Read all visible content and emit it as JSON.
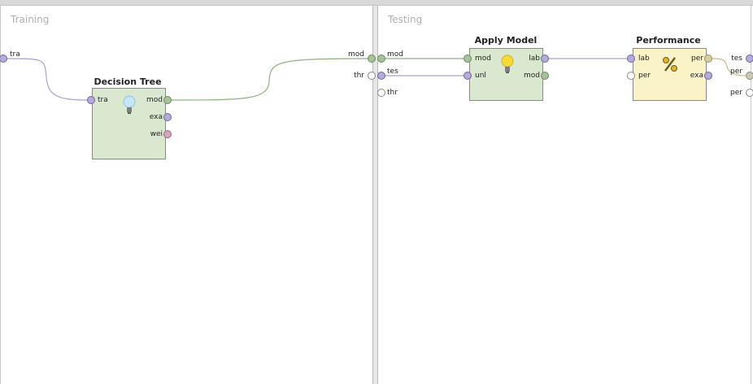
{
  "panels": {
    "training": {
      "title": "Training"
    },
    "testing": {
      "title": "Testing"
    }
  },
  "operators": {
    "decision_tree": {
      "title": "Decision Tree",
      "color": "#dbe8d0",
      "icon": "lightbulb-icon",
      "inputs": [
        "tra"
      ],
      "outputs": [
        "mod",
        "exa",
        "wei"
      ]
    },
    "apply_model": {
      "title": "Apply Model",
      "color": "#dbe8d0",
      "icon": "lightbulb-icon",
      "inputs": [
        "mod",
        "unl"
      ],
      "outputs": [
        "lab",
        "mod"
      ]
    },
    "performance": {
      "title": "Performance",
      "color": "#fbf3c8",
      "icon": "percent-icon",
      "inputs": [
        "lab",
        "per"
      ],
      "outputs": [
        "per",
        "exa"
      ]
    }
  },
  "training_ports": {
    "in": [
      "tra"
    ],
    "out": [
      "mod",
      "thr"
    ]
  },
  "testing_ports": {
    "in": [
      "mod",
      "tes",
      "thr"
    ],
    "out": [
      "tes",
      "per",
      "per"
    ]
  },
  "colors": {
    "wire_model": "#8cb27f",
    "wire_data": "#a99fd4",
    "wire_perf": "#c8bb8a"
  }
}
